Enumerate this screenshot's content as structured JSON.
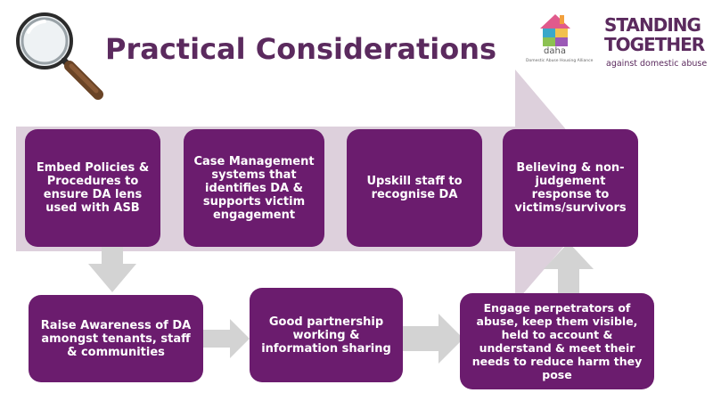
{
  "title": "Practical Considerations",
  "logos": {
    "daha": {
      "name": "daha",
      "subtitle": "Domestic Abuse Housing Alliance"
    },
    "standing_together": {
      "line1": "STANDING",
      "line2": "TOGETHER",
      "tagline": "against domestic abuse"
    }
  },
  "steps": [
    {
      "id": "step-1",
      "text": "Embed Policies & Procedures to ensure DA lens used with ASB"
    },
    {
      "id": "step-2",
      "text": "Case Management systems that identifies DA & supports victim engagement"
    },
    {
      "id": "step-3",
      "text": "Upskill staff to recognise DA"
    },
    {
      "id": "step-4",
      "text": "Believing & non-judgement response to victims/survivors"
    },
    {
      "id": "step-5",
      "text": "Raise Awareness of DA amongst tenants, staff & communities"
    },
    {
      "id": "step-6",
      "text": "Good partnership working & information sharing"
    },
    {
      "id": "step-7",
      "text": "Engage perpetrators of abuse, keep them visible, held to account & understand & meet their needs to reduce harm they pose"
    }
  ],
  "colors": {
    "title": "#5b2a5e",
    "box_fill": "#6b1c6e",
    "box_text": "#ffffff",
    "arrow_fill": "#d3d3d3",
    "background_arrow": "#ddd0dc"
  },
  "icons": [
    "magnifying-glass-icon",
    "daha-house-icon"
  ]
}
